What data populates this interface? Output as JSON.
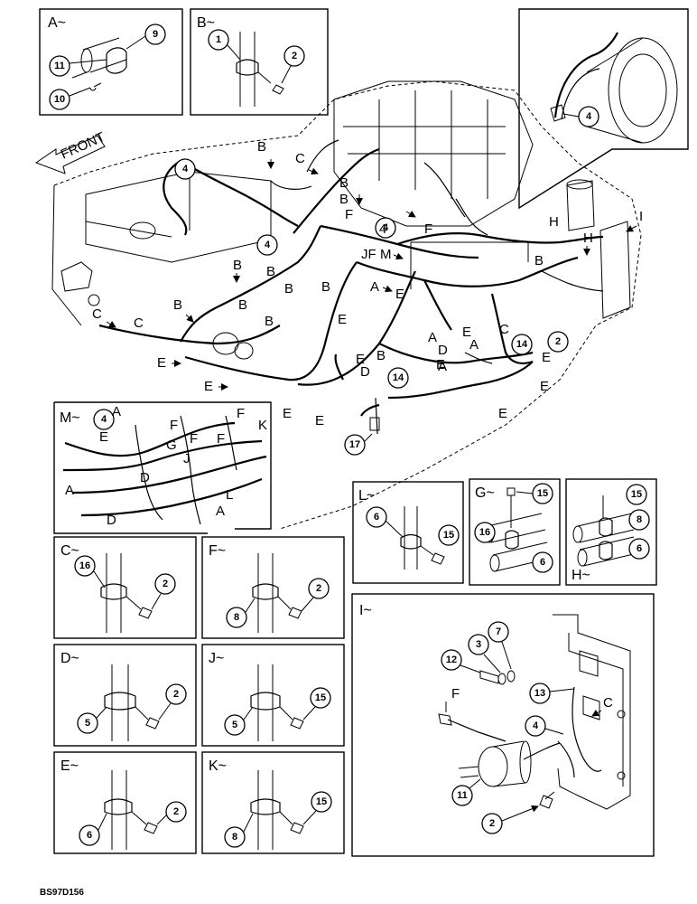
{
  "detail_titles": {
    "A": "A~",
    "B": "B~",
    "C": "C~",
    "D": "D~",
    "E": "E~",
    "F": "F~",
    "G": "G~",
    "H": "H~",
    "I": "I~",
    "J": "J~",
    "K": "K~",
    "L": "L~",
    "M": "M~"
  },
  "front_label": "FRONT",
  "drawing_code": "BS97D156",
  "callouts": {
    "a_9": "9",
    "a_11": "11",
    "a_10": "10",
    "b_1": "1",
    "b_2": "2",
    "main_4a": "4",
    "main_4b": "4",
    "main_4c": "4",
    "main_4d": "4",
    "main_14a": "14",
    "main_2": "2",
    "main_14b": "14",
    "main_17": "17",
    "m_4": "4",
    "l_6": "6",
    "l_15": "15",
    "g_15": "15",
    "g_16": "16",
    "g_6": "6",
    "h_15": "15",
    "h_8": "8",
    "h_6": "6",
    "c_16": "16",
    "c_2": "2",
    "f_2": "2",
    "f_8": "8",
    "d_2": "2",
    "d_5": "5",
    "j_15": "15",
    "j_5": "5",
    "e_2": "2",
    "e_6": "6",
    "k_15": "15",
    "k_8": "8",
    "i_7": "7",
    "i_3": "3",
    "i_12": "12",
    "i_13": "13",
    "i_4": "4",
    "i_11": "11",
    "i_2": "2"
  },
  "main_letters": [
    "B",
    "C",
    "B",
    "F",
    "B",
    "4",
    "F",
    "H",
    "I",
    "H",
    "JF",
    "M",
    "B",
    "B",
    "B",
    "B",
    "A",
    "B",
    "C",
    "C",
    "B",
    "B",
    "B",
    "E",
    "A",
    "D",
    "E",
    "E",
    "E",
    "E",
    "E",
    "D",
    "B",
    "A",
    "E",
    "E",
    "C"
  ],
  "m_letters": [
    "A",
    "F",
    "F",
    "K",
    "E",
    "G",
    "F",
    "F",
    "J",
    "D",
    "A",
    "L",
    "A",
    "D"
  ],
  "i_letters": [
    "F",
    "C"
  ]
}
